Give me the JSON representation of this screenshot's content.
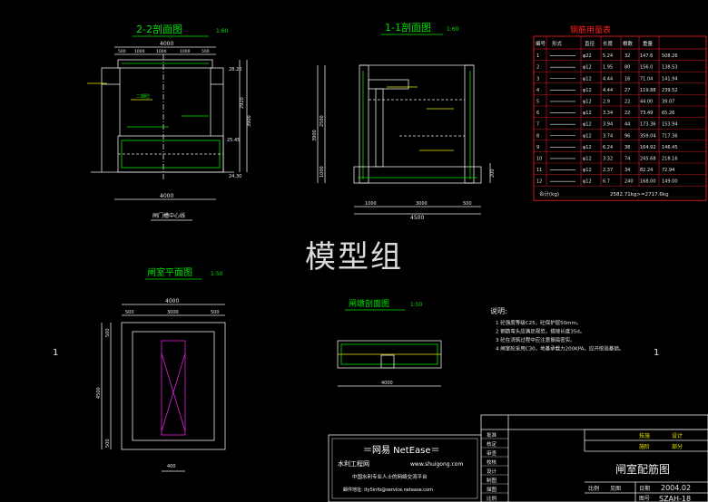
{
  "colors": {
    "line_white": "#e8e8e8",
    "line_green": "#00e000",
    "line_yellow": "#e8e800",
    "line_red": "#ff2020",
    "line_cyan": "#20d0e0",
    "line_magenta": "#e020e0",
    "background": "#000000"
  },
  "views": {
    "section22": {
      "title": "2-2剖面图",
      "scale": "1:60",
      "dim_top": "4000",
      "dim_top_parts": [
        "500",
        "1000",
        "1000",
        "1000",
        "500"
      ],
      "dim_bottom": "4000",
      "caption": "闸门槽中心线",
      "right_dims": [
        "2920",
        "3900"
      ],
      "right_elev": [
        "28.20",
        "25.45",
        "24.30"
      ]
    },
    "section11": {
      "title": "1-1剖面图",
      "scale": "1:60",
      "dim_bottom_parts": [
        "1000",
        "3000",
        "500"
      ],
      "dim_bottom": "4500",
      "left_dims": [
        "3900",
        "2500",
        "1000"
      ],
      "right_dim": "200"
    },
    "plan": {
      "title": "闸室平面图",
      "scale": "1:50",
      "dim_top": "4000",
      "dim_top_parts": [
        "500",
        "3000",
        "500"
      ],
      "dim_bottom": "400",
      "left_dims": [
        "4500",
        "500",
        "500"
      ],
      "section_mark": "1"
    },
    "pier": {
      "title": "闸墩剖面图",
      "scale": "1:50",
      "dim": "4000"
    }
  },
  "rebar_table": {
    "title": "钢筋用量表",
    "headers": [
      "编号",
      "形式",
      "直径",
      "长度",
      "根数",
      "重量"
    ],
    "rows": [
      [
        "1",
        "",
        "φ22",
        "5.24",
        "32",
        "147.6",
        "508.26"
      ],
      [
        "2",
        "",
        "φ12",
        "1.95",
        "80",
        "156.0",
        "138.53"
      ],
      [
        "3",
        "",
        "φ12",
        "4.44",
        "16",
        "71.04",
        "141.94"
      ],
      [
        "4",
        "",
        "φ12",
        "4.44",
        "27",
        "119.88",
        "239.52"
      ],
      [
        "5",
        "",
        "φ12",
        "2.9",
        "22",
        "44.00",
        "39.07"
      ],
      [
        "6",
        "",
        "φ12",
        "3.34",
        "22",
        "73.49",
        "65.26"
      ],
      [
        "7",
        "",
        "φ12",
        "3.94",
        "44",
        "173.36",
        "153.94"
      ],
      [
        "8",
        "",
        "φ12",
        "3.74",
        "96",
        "359.04",
        "717.36"
      ],
      [
        "9",
        "",
        "φ12",
        "6.24",
        "38",
        "164.92",
        "146.45"
      ],
      [
        "10",
        "",
        "φ12",
        "3.32",
        "74",
        "245.68",
        "218.16"
      ],
      [
        "11",
        "",
        "φ12",
        "2.37",
        "34",
        "82.24",
        "72.94"
      ],
      [
        "12",
        "",
        "φ12",
        "6.7",
        "240",
        "168.00",
        "149.00"
      ]
    ],
    "total_label": "合计(kg)",
    "total_value": "2582.71kg>=2717.6kg"
  },
  "notes": {
    "heading": "说明:",
    "items": [
      "1  砼强度等级C25，砼保护层50mm。",
      "2  钢筋弯头应满足规范，搭接长度35d。",
      "3  砼在浇筑过程中应注意振捣密实。",
      "4  闸室砼采用C30，地基承载力200KPA，应开挖验基础。"
    ]
  },
  "watermark": "模型组",
  "logo": {
    "title": "＝网易 NetEase＝",
    "site": "水利工程网",
    "url": "www.shuigong.com",
    "slogan": "中国水利专业人士的网络交流平台",
    "email": "邮件地址: lty5info@service.netease.com"
  },
  "title_block": {
    "left_labels": [
      "批准",
      "核定",
      "审查",
      "校核",
      "设计",
      "制图",
      "描图",
      "比例"
    ],
    "labels_right": [
      "技施",
      "设计",
      "施阶",
      "部分"
    ],
    "drawing_title": "闸室配筋图",
    "date_label": "日期",
    "date": "2004.02",
    "scale_label": "比例",
    "scale": "见图",
    "number_label": "图号",
    "number": "SZAH-18"
  }
}
